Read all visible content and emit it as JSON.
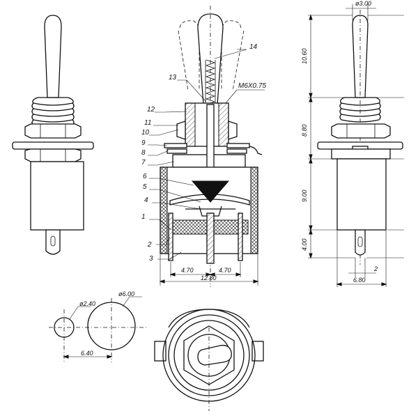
{
  "front_view": {
    "part_labels": [
      "1",
      "2",
      "3",
      "4",
      "5",
      "6",
      "7",
      "8",
      "9",
      "10",
      "11",
      "12",
      "13",
      "14"
    ],
    "thread_label": "M6X0.75",
    "pin_spacing_left": "4.70",
    "pin_spacing_right": "4.70",
    "body_width": "12.80"
  },
  "side_view": {
    "lever_tip_dia": "ø3.00",
    "lever_height": "10.60",
    "bushing_height": "8.80",
    "body_height": "9.00",
    "terminal_length": "4.00",
    "terminal_width": "2",
    "body_depth": "6.80"
  },
  "panel_cutout": {
    "small_hole_dia": "ø2.40",
    "large_hole_dia": "ø6.00",
    "hole_spacing": "6.40"
  }
}
